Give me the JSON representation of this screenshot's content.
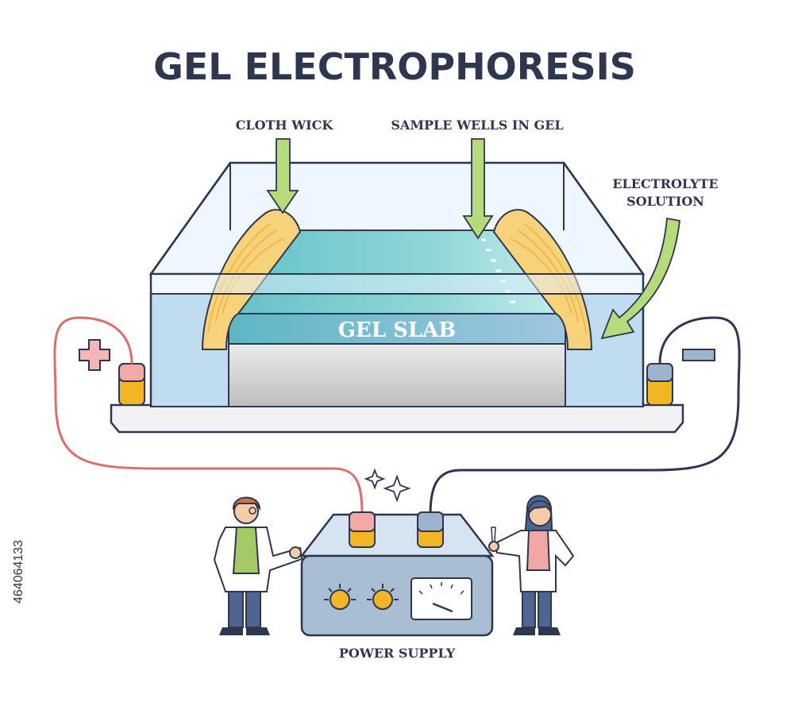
{
  "title": "GEL ELECTROPHORESIS",
  "labels": {
    "cloth_wick": "CLOTH WICK",
    "sample_wells": "SAMPLE WELLS IN GEL",
    "electrolyte_line1": "ELECTROLYTE",
    "electrolyte_line2": "SOLUTION",
    "gel_slab": "GEL SLAB",
    "power_supply": "POWER SUPPLY"
  },
  "stock_id": "464064133",
  "colors": {
    "outline": "#2f3650",
    "positive_wire": "#d9706e",
    "negative_wire": "#2f3650",
    "arrow_green": "#a9d267",
    "gel": "#7ccfd0",
    "wick_yellow": "#f5d06a",
    "tank_glass": "#dcefff",
    "body_blue": "#9db4cc",
    "button_yellow": "#f2b524"
  },
  "icons": {
    "positive": "plus-sign-icon",
    "negative": "minus-sign-icon",
    "sparkle": "sparkle-icon",
    "gauge": "analog-gauge-icon"
  }
}
